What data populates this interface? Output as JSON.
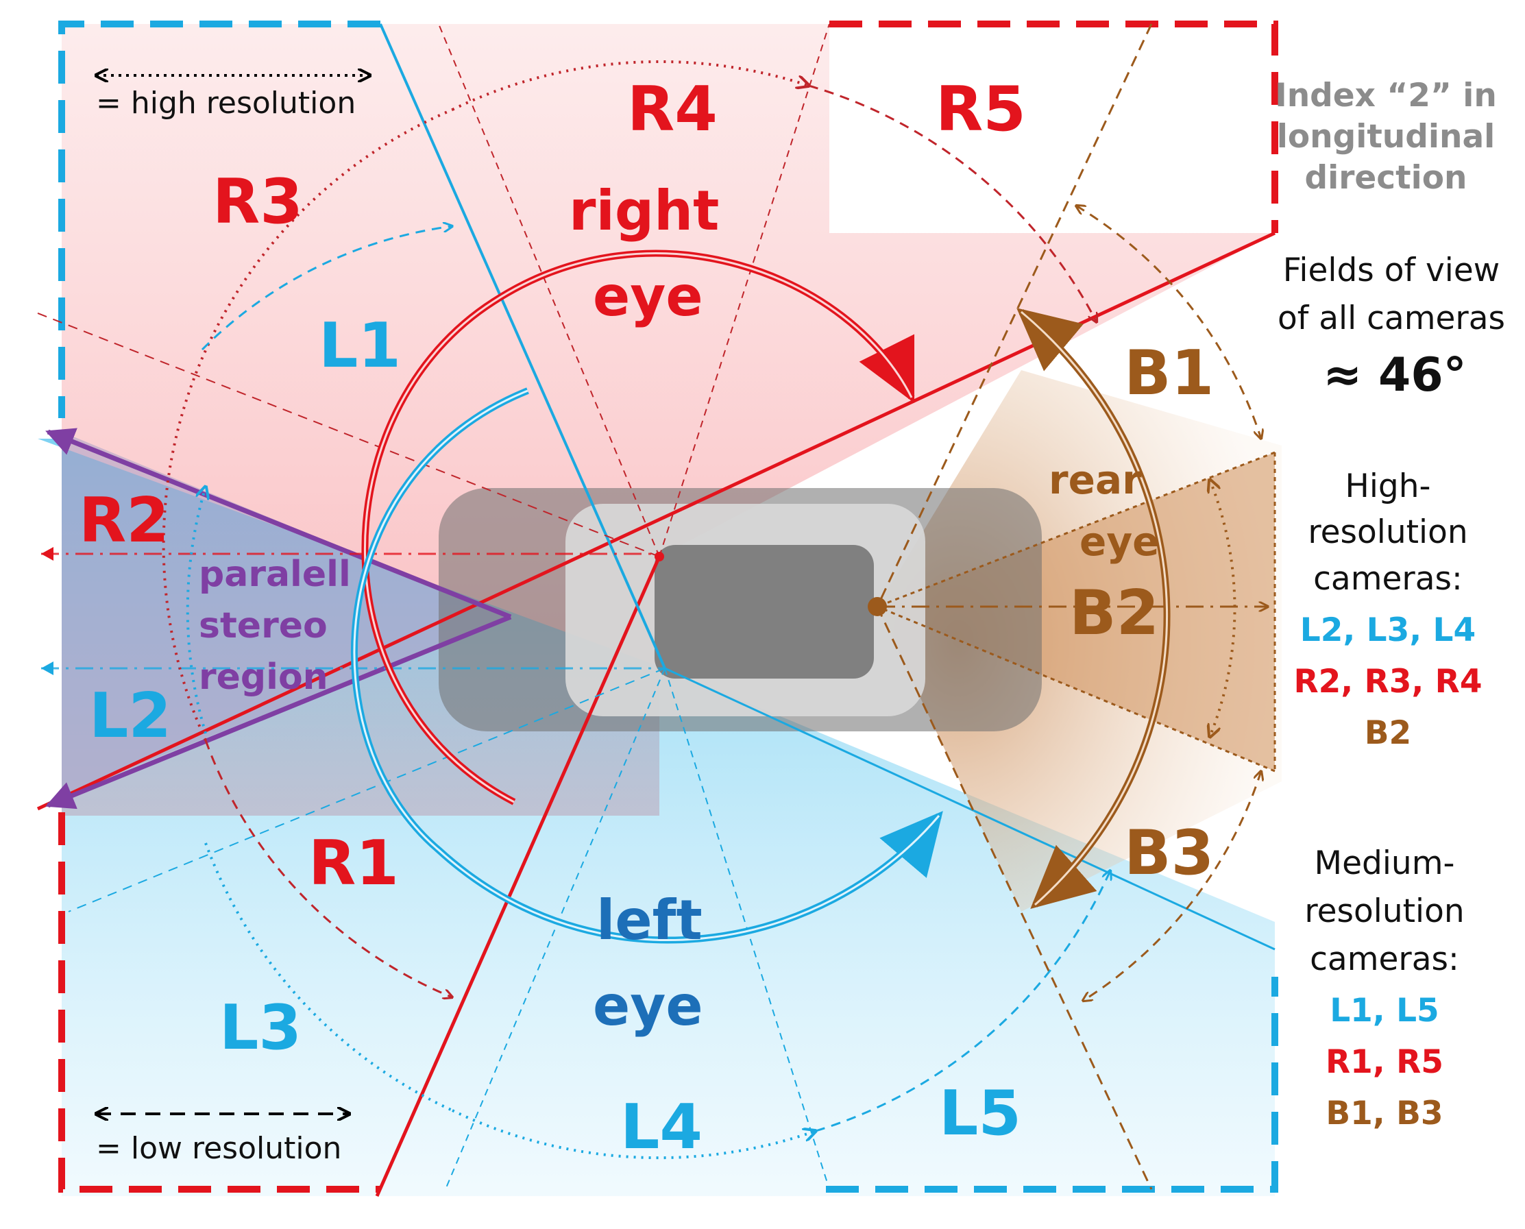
{
  "legend": {
    "high_resolution": "= high resolution",
    "low_resolution": "= low resolution"
  },
  "sectors": {
    "R1": "R1",
    "R2": "R2",
    "R3": "R3",
    "R4": "R4",
    "R5": "R5",
    "L1": "L1",
    "L2": "L2",
    "L3": "L3",
    "L4": "L4",
    "L5": "L5",
    "B1": "B1",
    "B2": "B2",
    "B3": "B3"
  },
  "eyes": {
    "right_line1": "right",
    "right_line2": "eye",
    "left_line1": "left",
    "left_line2": "eye",
    "rear_line1": "rear",
    "rear_line2": "eye"
  },
  "stereo": {
    "line1": "paralell",
    "line2": "stereo",
    "line3": "region"
  },
  "side_notes": {
    "index_note": [
      "Index “2” in",
      "longitudinal",
      "direction"
    ],
    "fov_caption": [
      "Fields of view",
      "of all cameras"
    ],
    "fov_value": "≈ 46°",
    "high_res_heading": [
      "High-",
      "resolution",
      "cameras:"
    ],
    "high_res_left": "L2, L3, L4",
    "high_res_right": "R2, R3, R4",
    "high_res_back": "B2",
    "medium_res_heading": [
      "Medium-",
      "resolution",
      "cameras:"
    ],
    "medium_res_left": "L1, L5",
    "medium_res_right": "R1, R5",
    "medium_res_back": "B1, B3"
  },
  "colors": {
    "red": "#e3141d",
    "blue": "#1ba9e1",
    "dark_blue": "#1d6fb8",
    "brown": "#9c5a1c",
    "purple": "#7f3fa3",
    "gray_note": "#8c8c8c",
    "car_dark": "#808080",
    "car_light": "#d6d6d6"
  }
}
